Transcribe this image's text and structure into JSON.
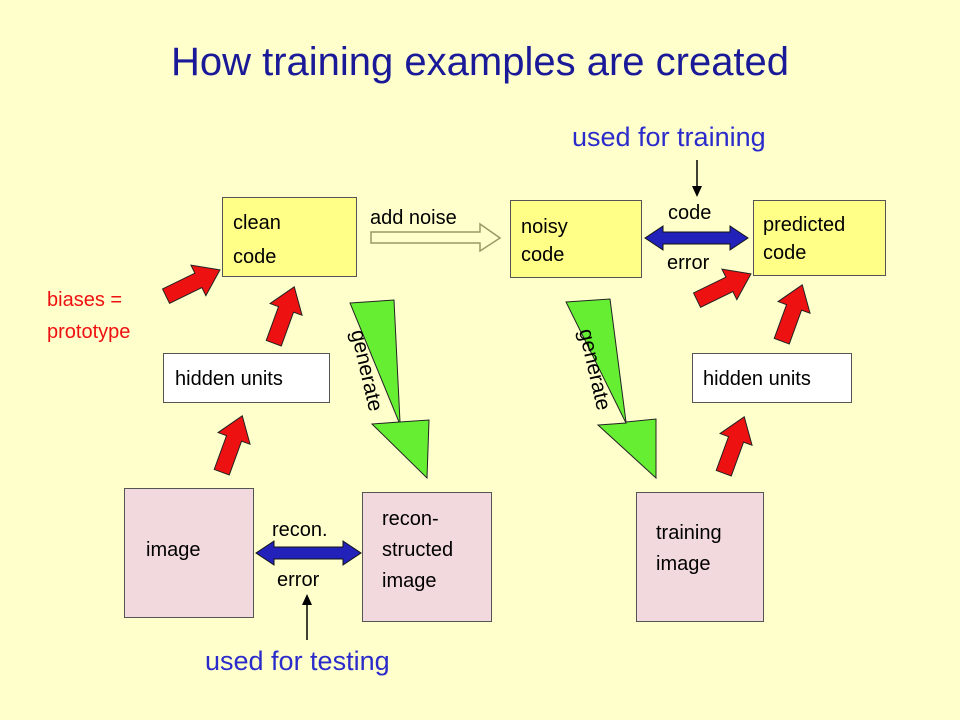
{
  "title": "How training examples are created",
  "labels": {
    "used_for_training": "used for training",
    "used_for_testing": "used for testing",
    "biases_line1": "biases =",
    "biases_line2": "prototype",
    "add_noise": "add noise",
    "code_error_top": "code",
    "code_error_bottom": "error",
    "recon_error_top": "recon.",
    "recon_error_bottom": "error",
    "generate_left": "generate",
    "generate_right": "generate"
  },
  "boxes": {
    "clean_code": "clean\ncode",
    "noisy_code": "noisy\ncode",
    "predicted_code": "predicted\ncode",
    "hidden_units_left": "hidden units",
    "hidden_units_right": "hidden units",
    "image": "image",
    "reconstructed_image": "recon-\nstructed\nimage",
    "training_image": "training\nimage"
  },
  "colors": {
    "background": "#ffffcc",
    "title": "#1a1a99",
    "blue_text": "#2b2bcc",
    "red_text": "#ee1111",
    "code_box": "#ffff88",
    "image_box": "#f2d9dd",
    "red_arrow": "#ee1111",
    "green_arrow": "#66ee33",
    "double_arrow": "#2222bb"
  }
}
